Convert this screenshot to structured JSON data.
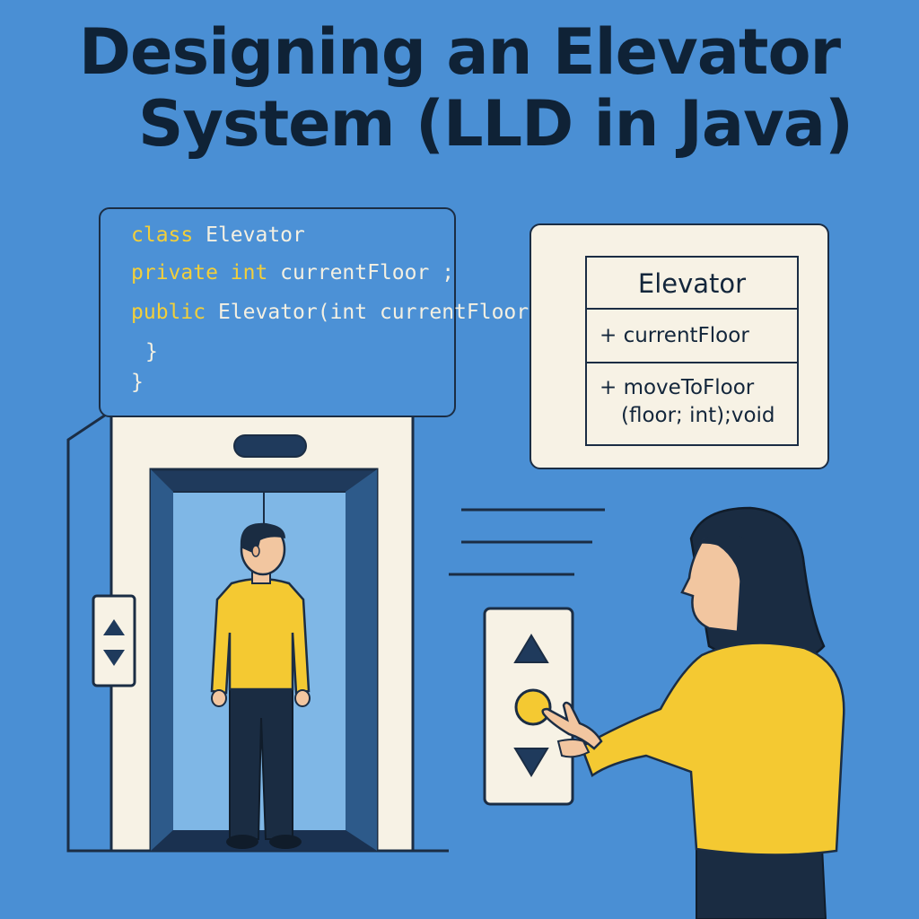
{
  "title": {
    "line1": "Designing an Elevator",
    "line2": "System (LLD in Java)"
  },
  "code": {
    "line1": {
      "keyword": "class",
      "rest": " Elevator"
    },
    "line2": {
      "keyword": "private int",
      "rest": " currentFloor ;"
    },
    "line3": {
      "keyword": "public",
      "rest": " Elevator(int currentFloor )"
    },
    "line4": "}",
    "line5": "}"
  },
  "uml": {
    "class_name": "Elevator",
    "attribute": "+ currentFloor",
    "method_line1": "+ moveToFloor",
    "method_line2": "(floor; int);void"
  },
  "colors": {
    "background": "#4a8fd4",
    "keyword": "#f2cf3a",
    "outline": "#1b2d44",
    "shirt": "#f4c932",
    "card": "#f7f2e5"
  },
  "icons": {
    "up": "triangle-up",
    "down": "triangle-down",
    "call_button": "yellow-circle"
  }
}
